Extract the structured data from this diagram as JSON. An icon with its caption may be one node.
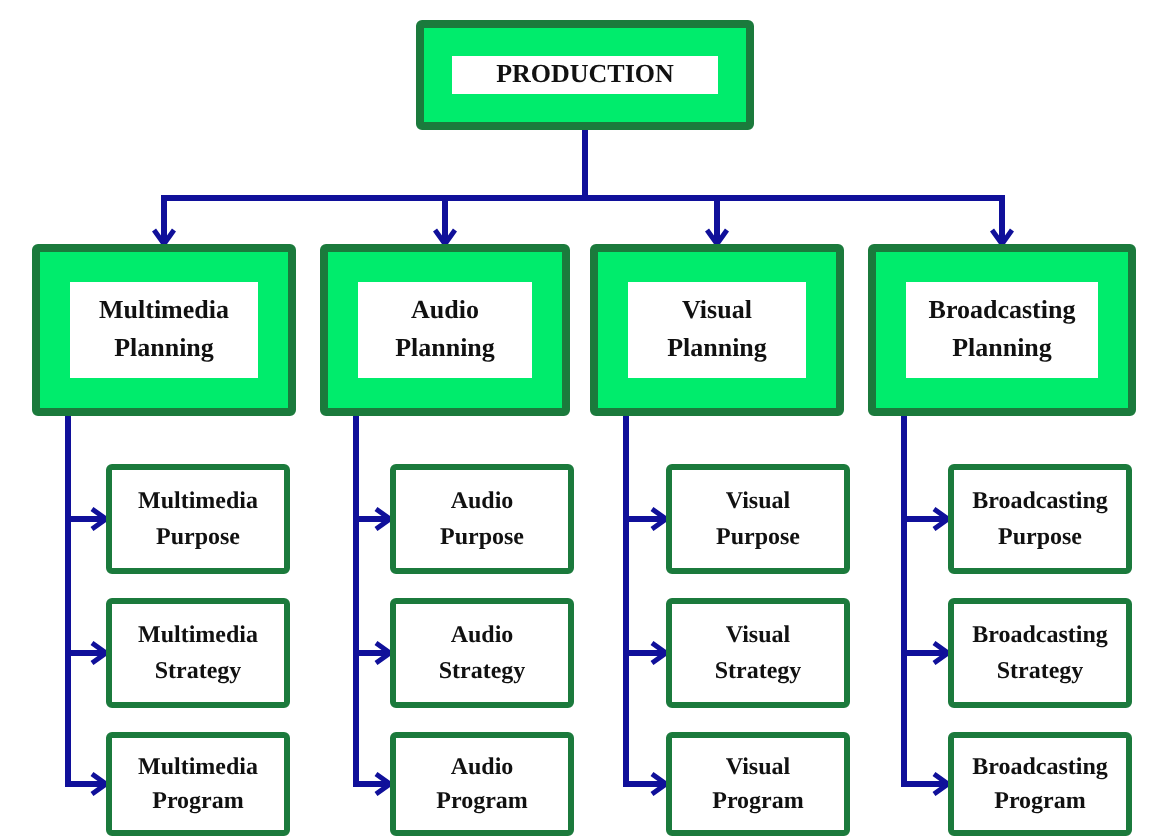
{
  "diagram": {
    "nodes": [
      {
        "text": [
          "PRODUCTION"
        ]
      },
      {
        "text": [
          "Multimedia Planning"
        ]
      },
      {
        "text": [
          "Multimedia Purpose"
        ]
      },
      {
        "text": [
          "Multimedia Strategy"
        ]
      },
      {
        "text": [
          "Multimedia Program"
        ]
      },
      {
        "text": [
          "Audio Planning"
        ]
      },
      {
        "text": [
          "Audio Purpose"
        ]
      },
      {
        "text": [
          "Audio Strategy"
        ]
      },
      {
        "text": [
          "Audio Program"
        ]
      },
      {
        "text": [
          "Visual Planning"
        ]
      },
      {
        "text": [
          "Visual Purpose"
        ]
      },
      {
        "text": [
          "Visual Strategy"
        ]
      },
      {
        "text": [
          "Visual Program"
        ]
      },
      {
        "text": [
          "Broadcasting Planning"
        ]
      },
      {
        "text": [
          "Broadcasting Purpose"
        ]
      },
      {
        "text": [
          "Broadcasting Strategy"
        ]
      },
      {
        "text": [
          "Broadcasting Program"
        ]
      }
    ],
    "edges": [
      {
        "from": 0,
        "to": 1,
        "arrow": "to"
      },
      {
        "from": 0,
        "to": 5,
        "arrow": "to"
      },
      {
        "from": 0,
        "to": 9,
        "arrow": "to"
      },
      {
        "from": 0,
        "to": 13,
        "arrow": "to"
      },
      {
        "from": 1,
        "to": 2,
        "arrow": "to"
      },
      {
        "from": 1,
        "to": 3,
        "arrow": "to"
      },
      {
        "from": 1,
        "to": 4,
        "arrow": "to"
      },
      {
        "from": 5,
        "to": 6,
        "arrow": "to"
      },
      {
        "from": 5,
        "to": 7,
        "arrow": "to"
      },
      {
        "from": 5,
        "to": 8,
        "arrow": "to"
      },
      {
        "from": 9,
        "to": 10,
        "arrow": "to"
      },
      {
        "from": 9,
        "to": 11,
        "arrow": "to"
      },
      {
        "from": 9,
        "to": 12,
        "arrow": "to"
      },
      {
        "from": 13,
        "to": 14,
        "arrow": "to"
      },
      {
        "from": 13,
        "to": 15,
        "arrow": "to"
      },
      {
        "from": 13,
        "to": 16,
        "arrow": "to"
      }
    ]
  }
}
